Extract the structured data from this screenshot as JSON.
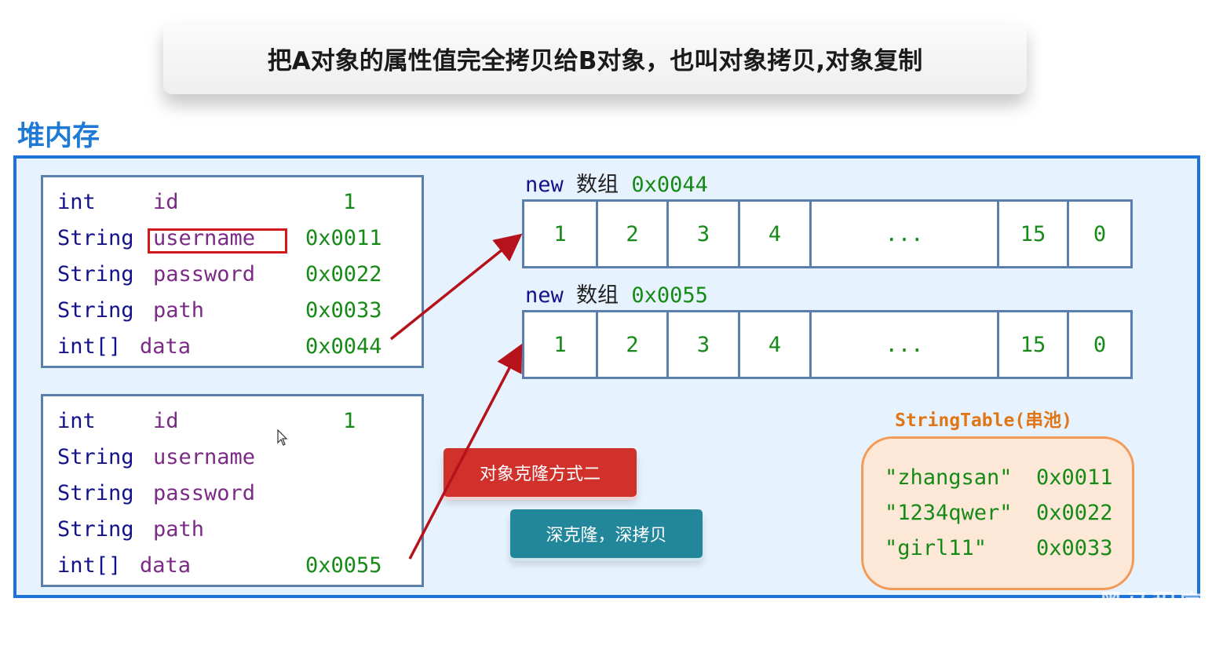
{
  "banner": {
    "text": "把A对象的属性值完全拷贝给B对象，也叫对象拷贝,对象复制"
  },
  "heap": {
    "label": "堆内存"
  },
  "objects": [
    {
      "fields": [
        {
          "type": "int",
          "name": "id",
          "value": "1"
        },
        {
          "type": "String",
          "name": "username",
          "value": "0x0011"
        },
        {
          "type": "String",
          "name": "password",
          "value": "0x0022"
        },
        {
          "type": "String",
          "name": "path",
          "value": "0x0033"
        },
        {
          "type": "int[]",
          "name": "data",
          "value": "0x0044"
        }
      ]
    },
    {
      "fields": [
        {
          "type": "int",
          "name": "id",
          "value": "1"
        },
        {
          "type": "String",
          "name": "username",
          "value": ""
        },
        {
          "type": "String",
          "name": "password",
          "value": ""
        },
        {
          "type": "String",
          "name": "path",
          "value": ""
        },
        {
          "type": "int[]",
          "name": "data",
          "value": "0x0055"
        }
      ]
    }
  ],
  "arrays": [
    {
      "keyword": "new",
      "label": "数组",
      "address": "0x0044",
      "cells": [
        "1",
        "2",
        "3",
        "4",
        "...",
        "15",
        "0"
      ]
    },
    {
      "keyword": "new",
      "label": "数组",
      "address": "0x0055",
      "cells": [
        "1",
        "2",
        "3",
        "4",
        "...",
        "15",
        "0"
      ]
    }
  ],
  "string_table": {
    "title": "StringTable(串池)",
    "rows": [
      {
        "value": "\"zhangsan\"",
        "address": "0x0011"
      },
      {
        "value": "\"1234qwer\"",
        "address": "0x0022"
      },
      {
        "value": "\"girl11\"",
        "address": "0x0033"
      }
    ]
  },
  "buttons": {
    "clone_method": "对象克隆方式二",
    "deep_clone": "深克隆，深拷贝"
  },
  "colors": {
    "heap_border": "#1e73d8",
    "heap_bg": "#e6f2fd",
    "arrow": "#b5121b",
    "type": "#12128a",
    "name": "#7b2a86",
    "value": "#168a16",
    "string_table_accent": "#e07516"
  }
}
